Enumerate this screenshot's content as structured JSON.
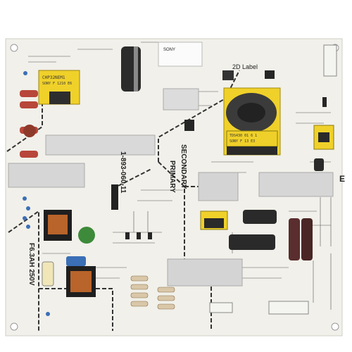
{
  "board": {
    "label_2d": "2D Label",
    "part_number": "1-893-060-11",
    "secondary_label": "SECONDARY",
    "primary_label": "PRIMARY",
    "fuse_rating": "F6.3AH 250V",
    "brand": "SONY",
    "corner_mark": "E",
    "chip_code_1": "CHP32NEM1",
    "chip_code_2": "SONY F 1210 E6",
    "transformer_code": "TDS430 01 6 1",
    "transformer_code_2": "SONY F 13 E3"
  },
  "colors": {
    "pcb": "#f1f0ea",
    "silk": "#2a2a2a",
    "heatsink": "#d9d9d9",
    "transformer": "#f0d12a",
    "capacitor": "#2b2b2b",
    "resistor_red": "#b8463a",
    "blue_component": "#3b6fb6",
    "green_component": "#3d8a3a"
  }
}
